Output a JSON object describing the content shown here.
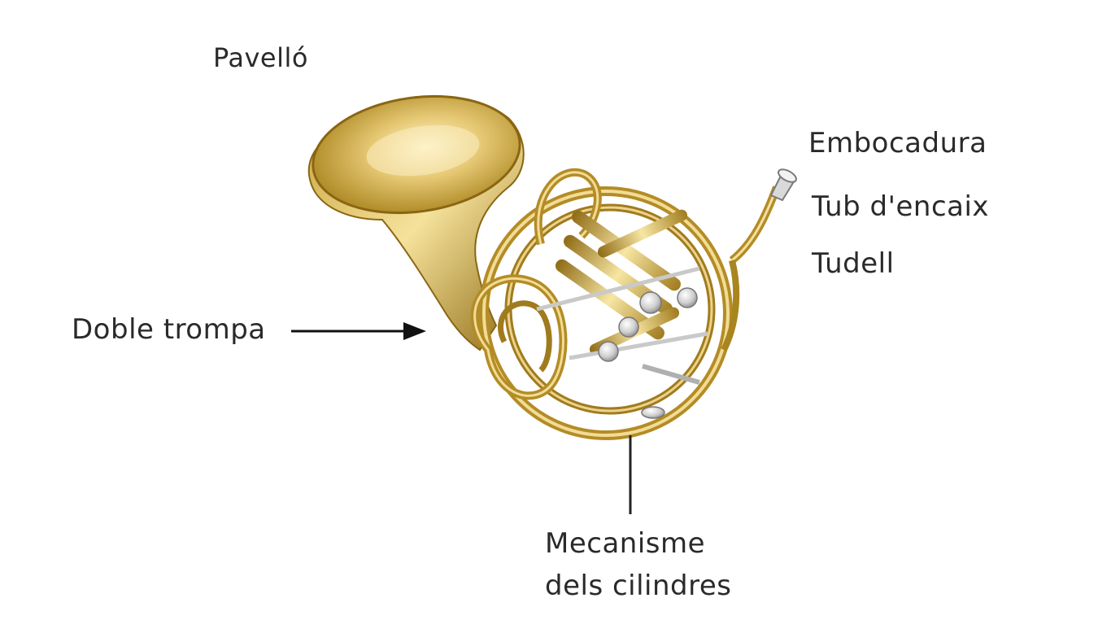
{
  "labels": {
    "pavello": "Pavelló",
    "embocadura": "Embocadura",
    "tub_encaix": "Tub d'encaix",
    "tudell": "Tudell",
    "doble_trompa": "Doble trompa",
    "mecanisme_line1": "Mecanisme",
    "mecanisme_line2": "dels cilindres"
  },
  "colors": {
    "brass_light": "#f3dc8a",
    "brass_mid": "#d9b24a",
    "brass_dark": "#9a7417",
    "silver": "#d8d8d8",
    "text": "#2a2a2a",
    "background": "#ffffff"
  }
}
